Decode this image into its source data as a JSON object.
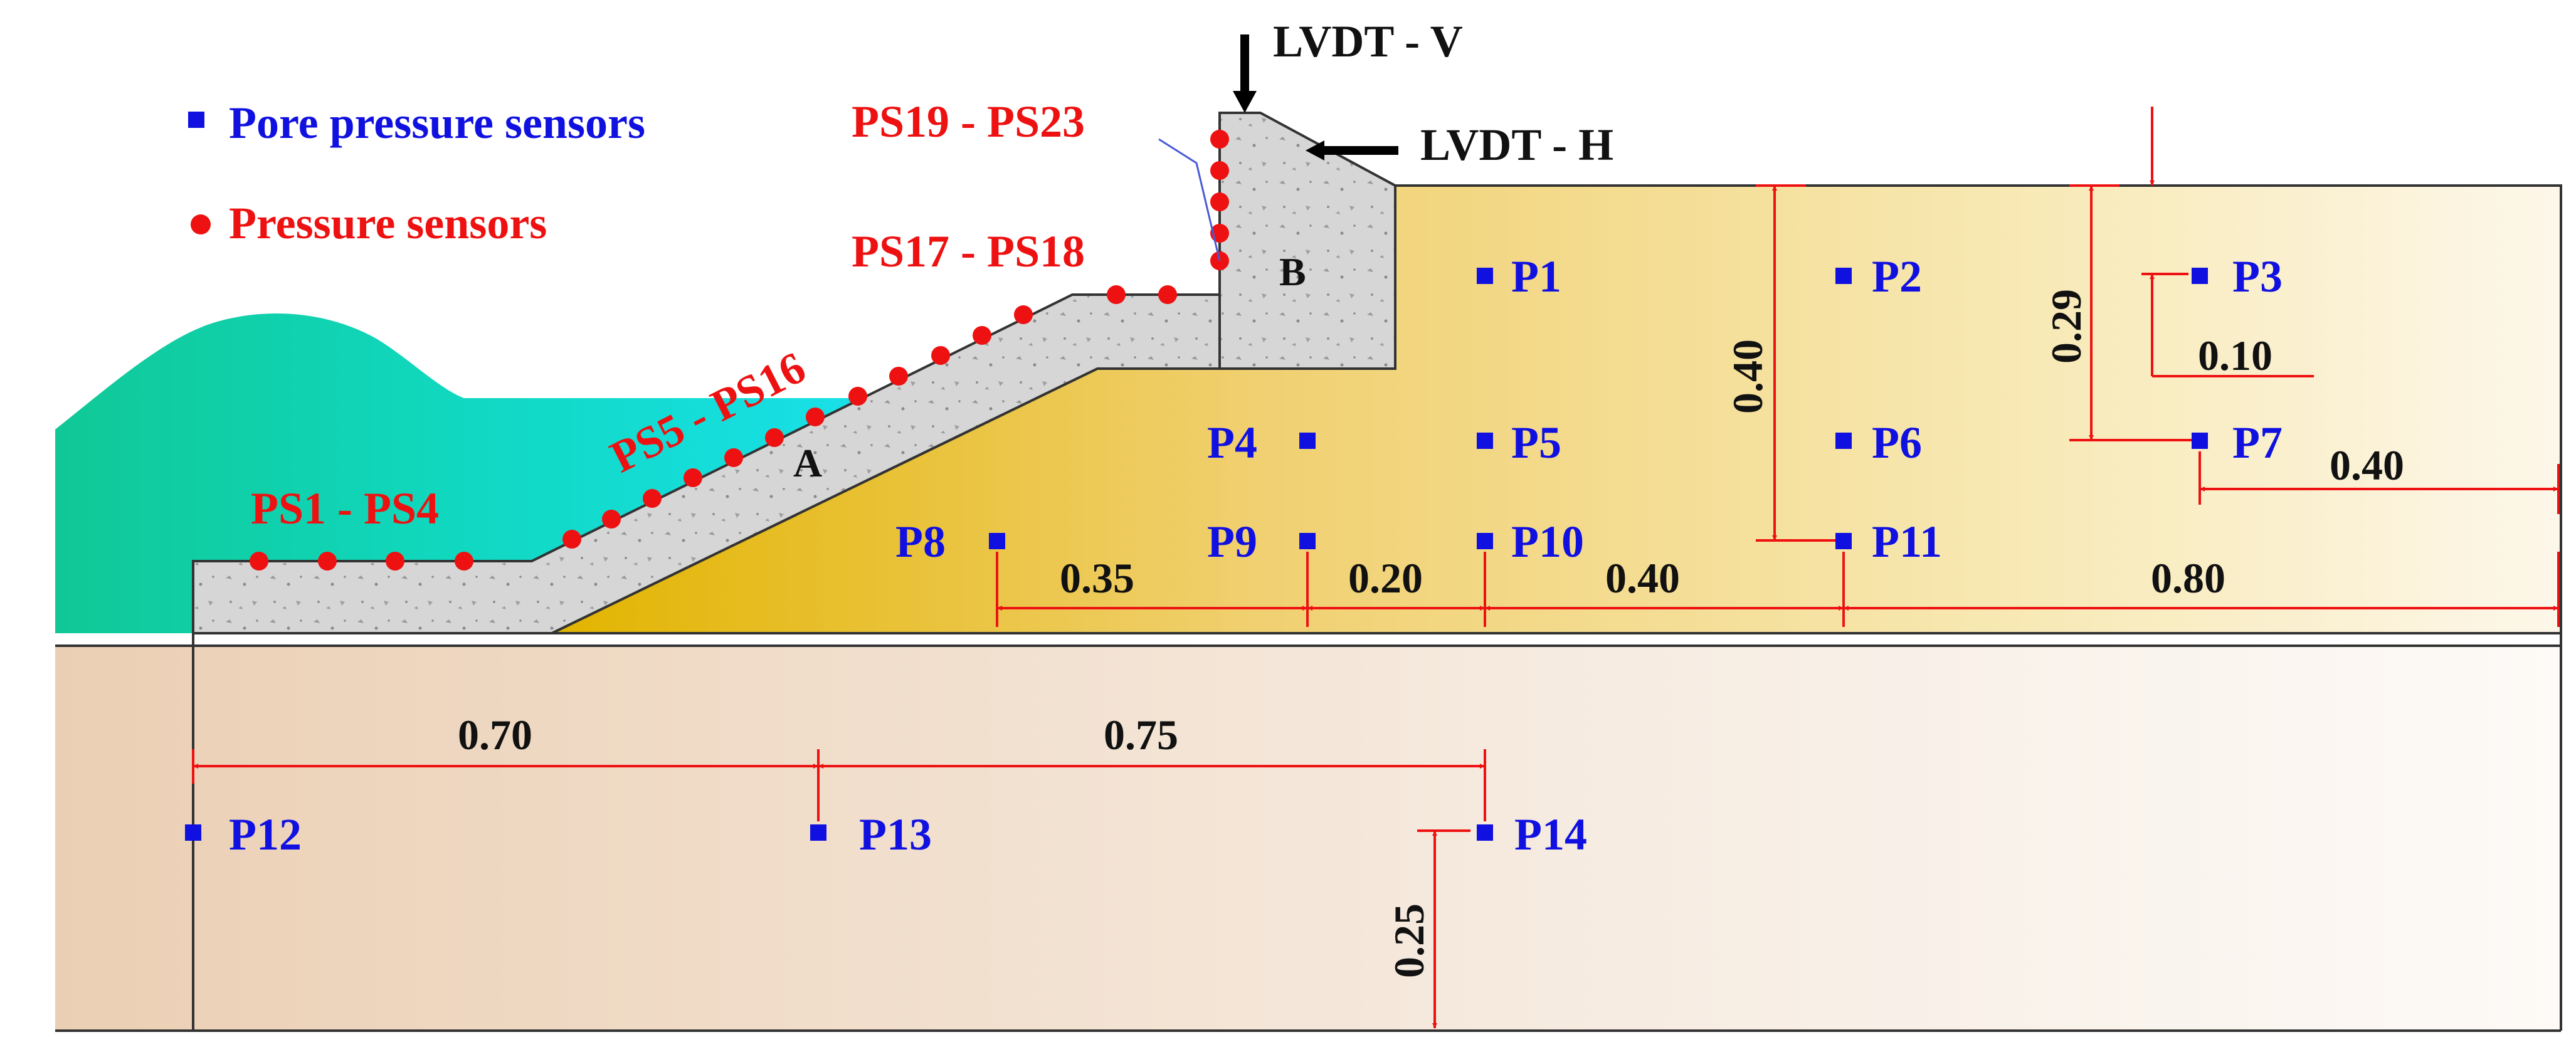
{
  "legend": {
    "pore_pressure": "Pore pressure sensors",
    "pressure": "Pressure sensors"
  },
  "instruments": {
    "lvdt_v": "LVDT - V",
    "lvdt_h": "LVDT - H"
  },
  "regions": {
    "a": "A",
    "b": "B"
  },
  "pressure_groups": {
    "g1": "PS1 - PS4",
    "g2": "PS5 - PS16",
    "g3": "PS17 - PS18",
    "g4": "PS19 - PS23"
  },
  "pore_sensors": {
    "p1": "P1",
    "p2": "P2",
    "p3": "P3",
    "p4": "P4",
    "p5": "P5",
    "p6": "P6",
    "p7": "P7",
    "p8": "P8",
    "p9": "P9",
    "p10": "P10",
    "p11": "P11",
    "p12": "P12",
    "p13": "P13",
    "p14": "P14"
  },
  "dimensions": {
    "d035": "0.35",
    "d020": "0.20",
    "d040a": "0.40",
    "d080": "0.80",
    "d070": "0.70",
    "d075": "0.75",
    "d025": "0.25",
    "d040v": "0.40",
    "d029": "0.29",
    "d010": "0.10",
    "d040b": "0.40"
  },
  "colors": {
    "sea": "#10d8b4",
    "backfill": "#f0d070",
    "armor": "#d4d4d4",
    "seabed": "#f0d9c4",
    "pore_marker": "#1010e0",
    "pressure_marker": "#ee1111",
    "dimension_line": "#ee1111"
  }
}
